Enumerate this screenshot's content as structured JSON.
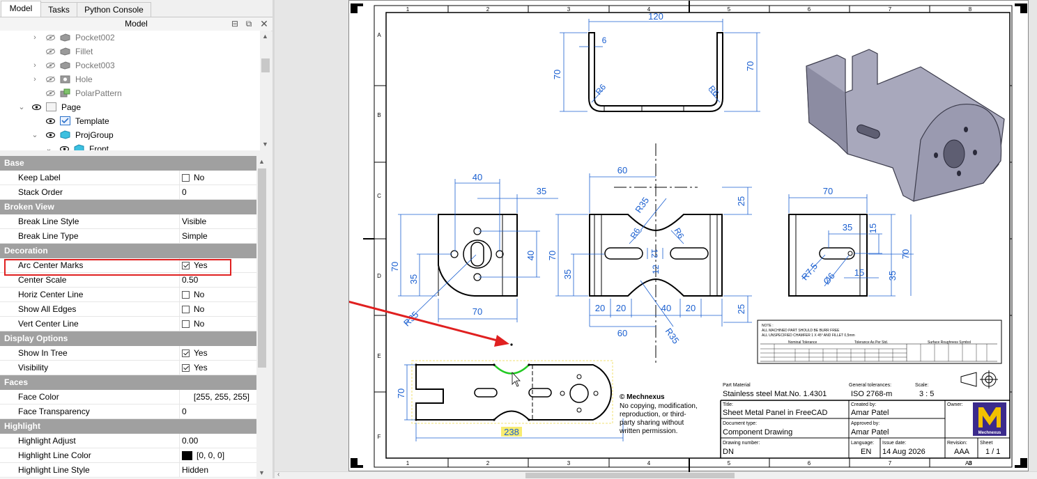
{
  "tabs": [
    "Model",
    "Tasks",
    "Python Console"
  ],
  "panel_title": "Model",
  "tree": [
    {
      "label": "Pocket002",
      "expand": "›"
    },
    {
      "label": "Fillet",
      "expand": ""
    },
    {
      "label": "Pocket003",
      "expand": "›"
    },
    {
      "label": "Hole",
      "expand": "›"
    },
    {
      "label": "PolarPattern",
      "expand": ""
    },
    {
      "label": "Page",
      "expand": "⌄"
    },
    {
      "label": "Template",
      "expand": ""
    },
    {
      "label": "ProjGroup",
      "expand": "⌄"
    },
    {
      "label": "Front",
      "expand": "⌄"
    }
  ],
  "properties": {
    "groups": {
      "base": "Base",
      "broken_view": "Broken View",
      "decoration": "Decoration",
      "display_options": "Display Options",
      "faces": "Faces",
      "highlight": "Highlight"
    },
    "rows": {
      "keep_label": {
        "name": "Keep Label",
        "value": "No"
      },
      "stack_order": {
        "name": "Stack Order",
        "value": "0"
      },
      "break_line_style": {
        "name": "Break Line Style",
        "value": "Visible"
      },
      "break_line_type": {
        "name": "Break Line Type",
        "value": "Simple"
      },
      "arc_center_marks": {
        "name": "Arc Center Marks",
        "value": "Yes"
      },
      "center_scale": {
        "name": "Center Scale",
        "value": "0.50"
      },
      "horiz_center_line": {
        "name": "Horiz Center Line",
        "value": "No"
      },
      "show_all_edges": {
        "name": "Show All Edges",
        "value": "No"
      },
      "vert_center_line": {
        "name": "Vert Center Line",
        "value": "No"
      },
      "show_in_tree": {
        "name": "Show In Tree",
        "value": "Yes"
      },
      "visibility": {
        "name": "Visibility",
        "value": "Yes"
      },
      "face_color": {
        "name": "Face Color",
        "value": "[255, 255, 255]"
      },
      "face_transparency": {
        "name": "Face Transparency",
        "value": "0"
      },
      "highlight_adjust": {
        "name": "Highlight Adjust",
        "value": "0.00"
      },
      "highlight_line_color": {
        "name": "Highlight Line Color",
        "value": "[0, 0, 0]"
      },
      "highlight_line_style": {
        "name": "Highlight Line Style",
        "value": "Hidden"
      }
    }
  },
  "drawing": {
    "frame_cols": [
      "1",
      "2",
      "3",
      "4",
      "5",
      "6",
      "7",
      "8"
    ],
    "frame_rows": [
      "A",
      "B",
      "C",
      "D",
      "E",
      "F"
    ],
    "dims": {
      "top_120": "120",
      "top_6": "6",
      "top_70_left": "70",
      "top_70_right": "70",
      "top_r6_left": "R6",
      "top_r6_right": "R6",
      "left_40": "40",
      "left_35": "35",
      "left_70_v": "70",
      "left_35_v": "35",
      "left_40_v": "40",
      "left_70_h": "70",
      "left_r35": "R35",
      "mid_60_top": "60",
      "mid_r35_top": "R35",
      "mid_25_top": "25",
      "mid_r6_a": "R6",
      "mid_r6_b": "R6",
      "mid_70_v": "70",
      "mid_35_v": "35",
      "mid_12_a": "12",
      "mid_12_b": "12",
      "mid_25_bot": "25",
      "mid_20_a": "20",
      "mid_20_b": "20",
      "mid_40": "40",
      "mid_20_c": "20",
      "mid_60_bot": "60",
      "mid_r35_bot": "R35",
      "right_70": "70",
      "right_35": "35",
      "right_15_v": "15",
      "right_70_v": "70",
      "right_35_v": "35",
      "right_r75": "R7,5",
      "right_d6": "Ø6",
      "right_15_h": "15",
      "flat_70": "70",
      "flat_238": "238"
    },
    "notes_title": "NOTE :",
    "notes_lines": [
      "ALL MACHINED PART SHOULD BE BURR FREE",
      "ALL UNSPECIFIED CHAMFER 1 X 45° AND FILLET 0,5mm"
    ],
    "notes_table_titles": [
      "Nominal Tolerance",
      "Tolerance As Per Std.",
      "Surface Roughness Symbol"
    ],
    "copyright_title": "© Mechnexus",
    "copyright_lines": [
      "No copying, modification,",
      "reproduction, or third-",
      "party sharing without",
      "written permission."
    ],
    "title_block": {
      "part_material_label": "Part Material",
      "part_material": "Stainless steel Mat.No. 1.4301",
      "general_tol_label": "General tolerances:",
      "general_tol": "ISO 2768-m",
      "scale_label": "Scale:",
      "scale": "3 : 5",
      "title_label": "Title:",
      "title": "Sheet Metal Panel in FreeCAD",
      "created_label": "Created by:",
      "created": "Amar Patel",
      "owner_label": "Owner:",
      "doctype_label": "Document type:",
      "doctype": "Component Drawing",
      "approved_label": "Approved by:",
      "approved": "Amar Patel",
      "drawing_no_label": "Drawing number:",
      "drawing_no": "DN",
      "language_label": "Language:",
      "language": "EN",
      "issue_label": "Issue date:",
      "issue": "14 Aug 2026",
      "revision_label": "Revision:",
      "revision": "AAA",
      "sheet_label": "Sheet",
      "sheet": "1 / 1",
      "size": "A3",
      "logo_text": "Mechnexus"
    }
  },
  "colors": {
    "dimension": "#1a5fd0",
    "highlight": "#e02020",
    "selection": "#22cc22",
    "logo_bg": "#3b2a8c",
    "logo_fg": "#f2c000"
  }
}
